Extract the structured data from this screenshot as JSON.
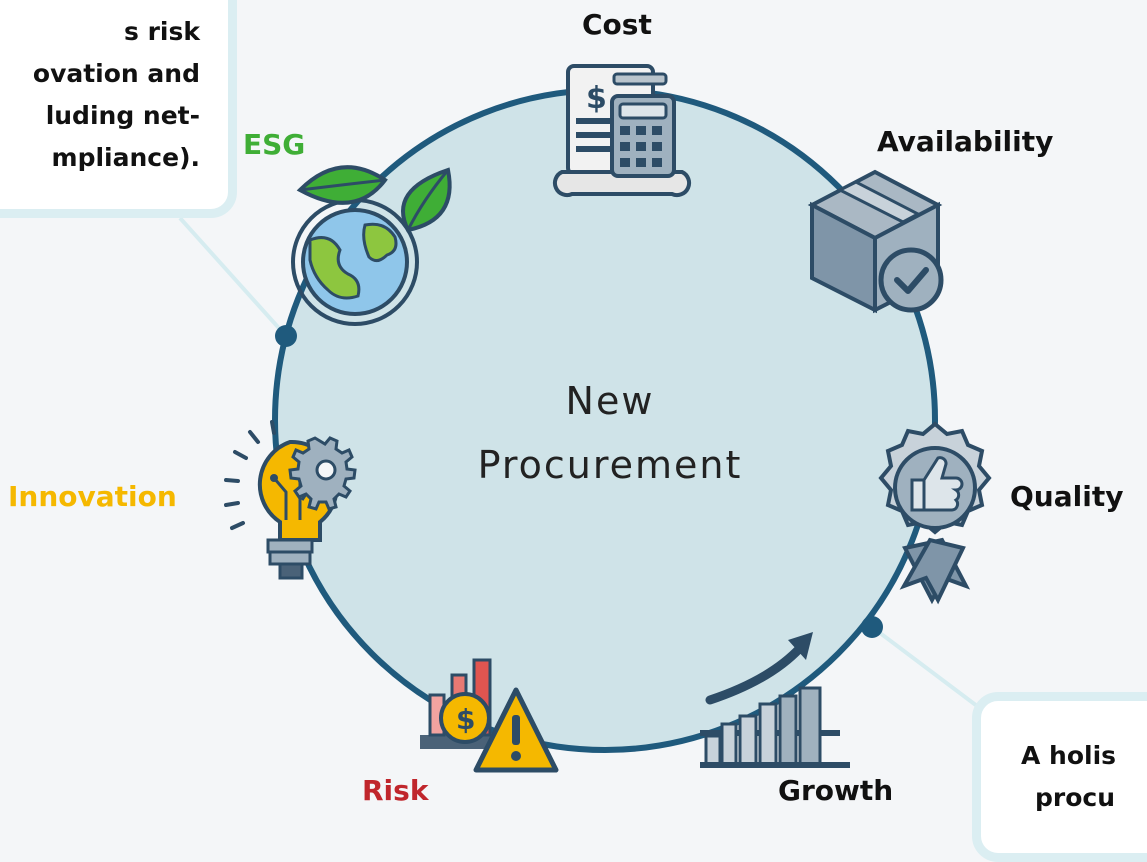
{
  "center": {
    "line1": "New",
    "line2": "Procurement"
  },
  "labels": {
    "cost": "Cost",
    "availability": "Availability",
    "quality": "Quality",
    "growth": "Growth",
    "risk": "Risk",
    "innovation": "Innovation",
    "esg": "ESG"
  },
  "callouts": {
    "top_left": [
      "s risk",
      "ovation and",
      "luding net-",
      "mpliance)."
    ],
    "bottom_right": [
      "A holis",
      "procu"
    ]
  },
  "colors": {
    "circle_fill": "#cfe3e8",
    "circle_stroke": "#1f5a7d",
    "esg": "#3fae36",
    "innovation": "#f5b800",
    "risk": "#c0262c",
    "default_label": "#111111"
  },
  "icons": {
    "cost": "invoice-calculator-icon",
    "availability": "package-check-icon",
    "quality": "quality-badge-thumbs-up-icon",
    "growth": "growth-chart-arrow-icon",
    "risk": "risk-warning-chart-icon",
    "innovation": "idea-bulb-gear-icon",
    "esg": "earth-leaves-icon"
  }
}
